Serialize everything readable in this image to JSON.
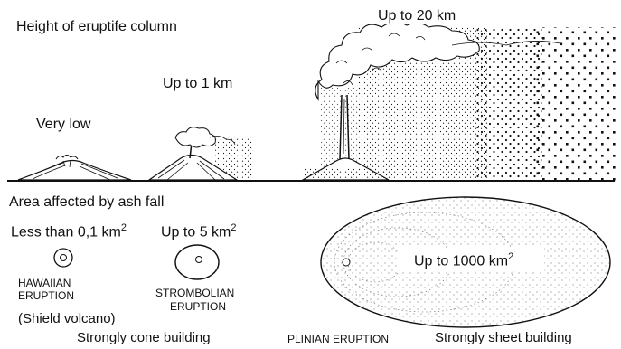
{
  "top": {
    "title": "Height of eruptife column",
    "labels": {
      "very_low": "Very low",
      "up_to_1": "Up to 1 km",
      "up_to_20": "Up to 20 km"
    }
  },
  "bottom": {
    "title": "Area affected by ash fall",
    "area_labels": {
      "less_than": "Less than 0,1 km",
      "up_to_5": "Up to 5 km",
      "up_to_1000": "Up to 1000 km",
      "superscript": "2"
    },
    "eruptions": {
      "hawaiian_line1": "HAWAIIAN",
      "hawaiian_line2": "ERUPTION",
      "shield": "(Shield volcano)",
      "strombolian_line1": "STROMBOLIAN",
      "strombolian_line2": "ERUPTION",
      "plinian": "PLINIAN ERUPTION"
    },
    "building": {
      "cone": "Strongly cone building",
      "sheet": "Strongly sheet building"
    }
  },
  "colors": {
    "ink": "#111111",
    "background": "#ffffff"
  }
}
